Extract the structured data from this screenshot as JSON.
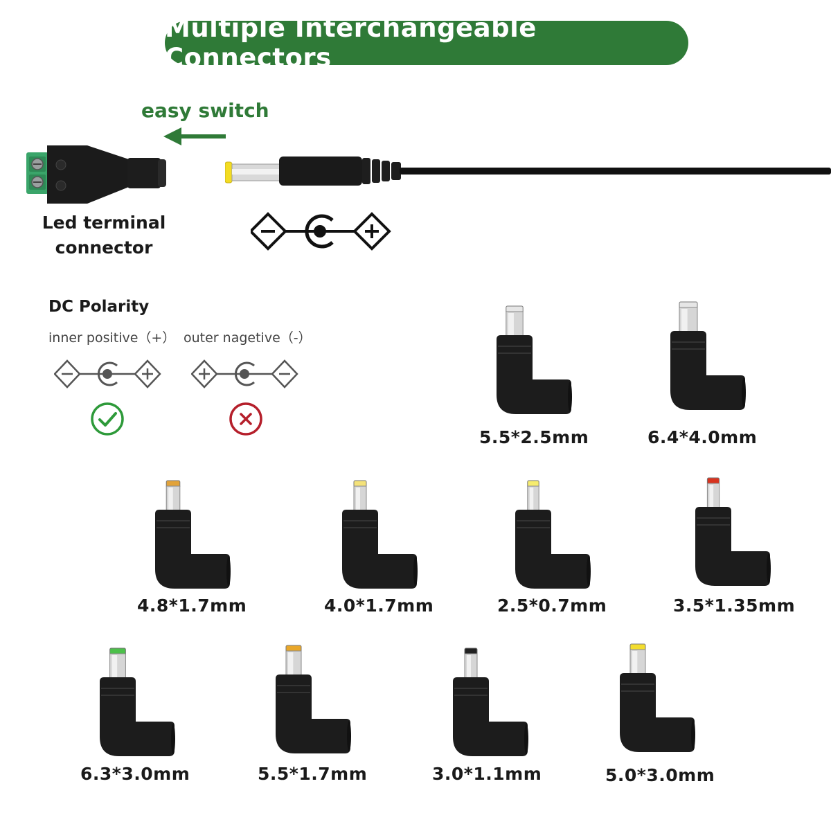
{
  "header": {
    "title": "Multiple Interchangeable Connectors"
  },
  "switch": {
    "label": "easy switch",
    "arrow_icon": "left-arrow-icon"
  },
  "terminal": {
    "line1": "Led terminal",
    "line2": "connector"
  },
  "polarity": {
    "title": "DC Polarity",
    "inner": "inner positive（+）",
    "outer": "outer nagetive（-）",
    "ok_icon": "check-circle-icon",
    "bad_icon": "cross-circle-icon"
  },
  "colors": {
    "brand_green": "#2f7a37",
    "ok_green": "#2e9a3a",
    "bad_red": "#b51f2b"
  },
  "tips": [
    {
      "size": "5.5*2.5mm",
      "tip_color": "#e6e6e6"
    },
    {
      "size": "6.4*4.0mm",
      "tip_color": "#e6e6e6"
    },
    {
      "size": "4.8*1.7mm",
      "tip_color": "#e2a33a"
    },
    {
      "size": "4.0*1.7mm",
      "tip_color": "#f4e27a"
    },
    {
      "size": "2.5*0.7mm",
      "tip_color": "#f6ec6e"
    },
    {
      "size": "3.5*1.35mm",
      "tip_color": "#d8331f"
    },
    {
      "size": "6.3*3.0mm",
      "tip_color": "#4cc04a"
    },
    {
      "size": "5.5*1.7mm",
      "tip_color": "#e9a72a"
    },
    {
      "size": "3.0*1.1mm",
      "tip_color": "#222222"
    },
    {
      "size": "5.0*3.0mm",
      "tip_color": "#f3dd2e"
    }
  ]
}
